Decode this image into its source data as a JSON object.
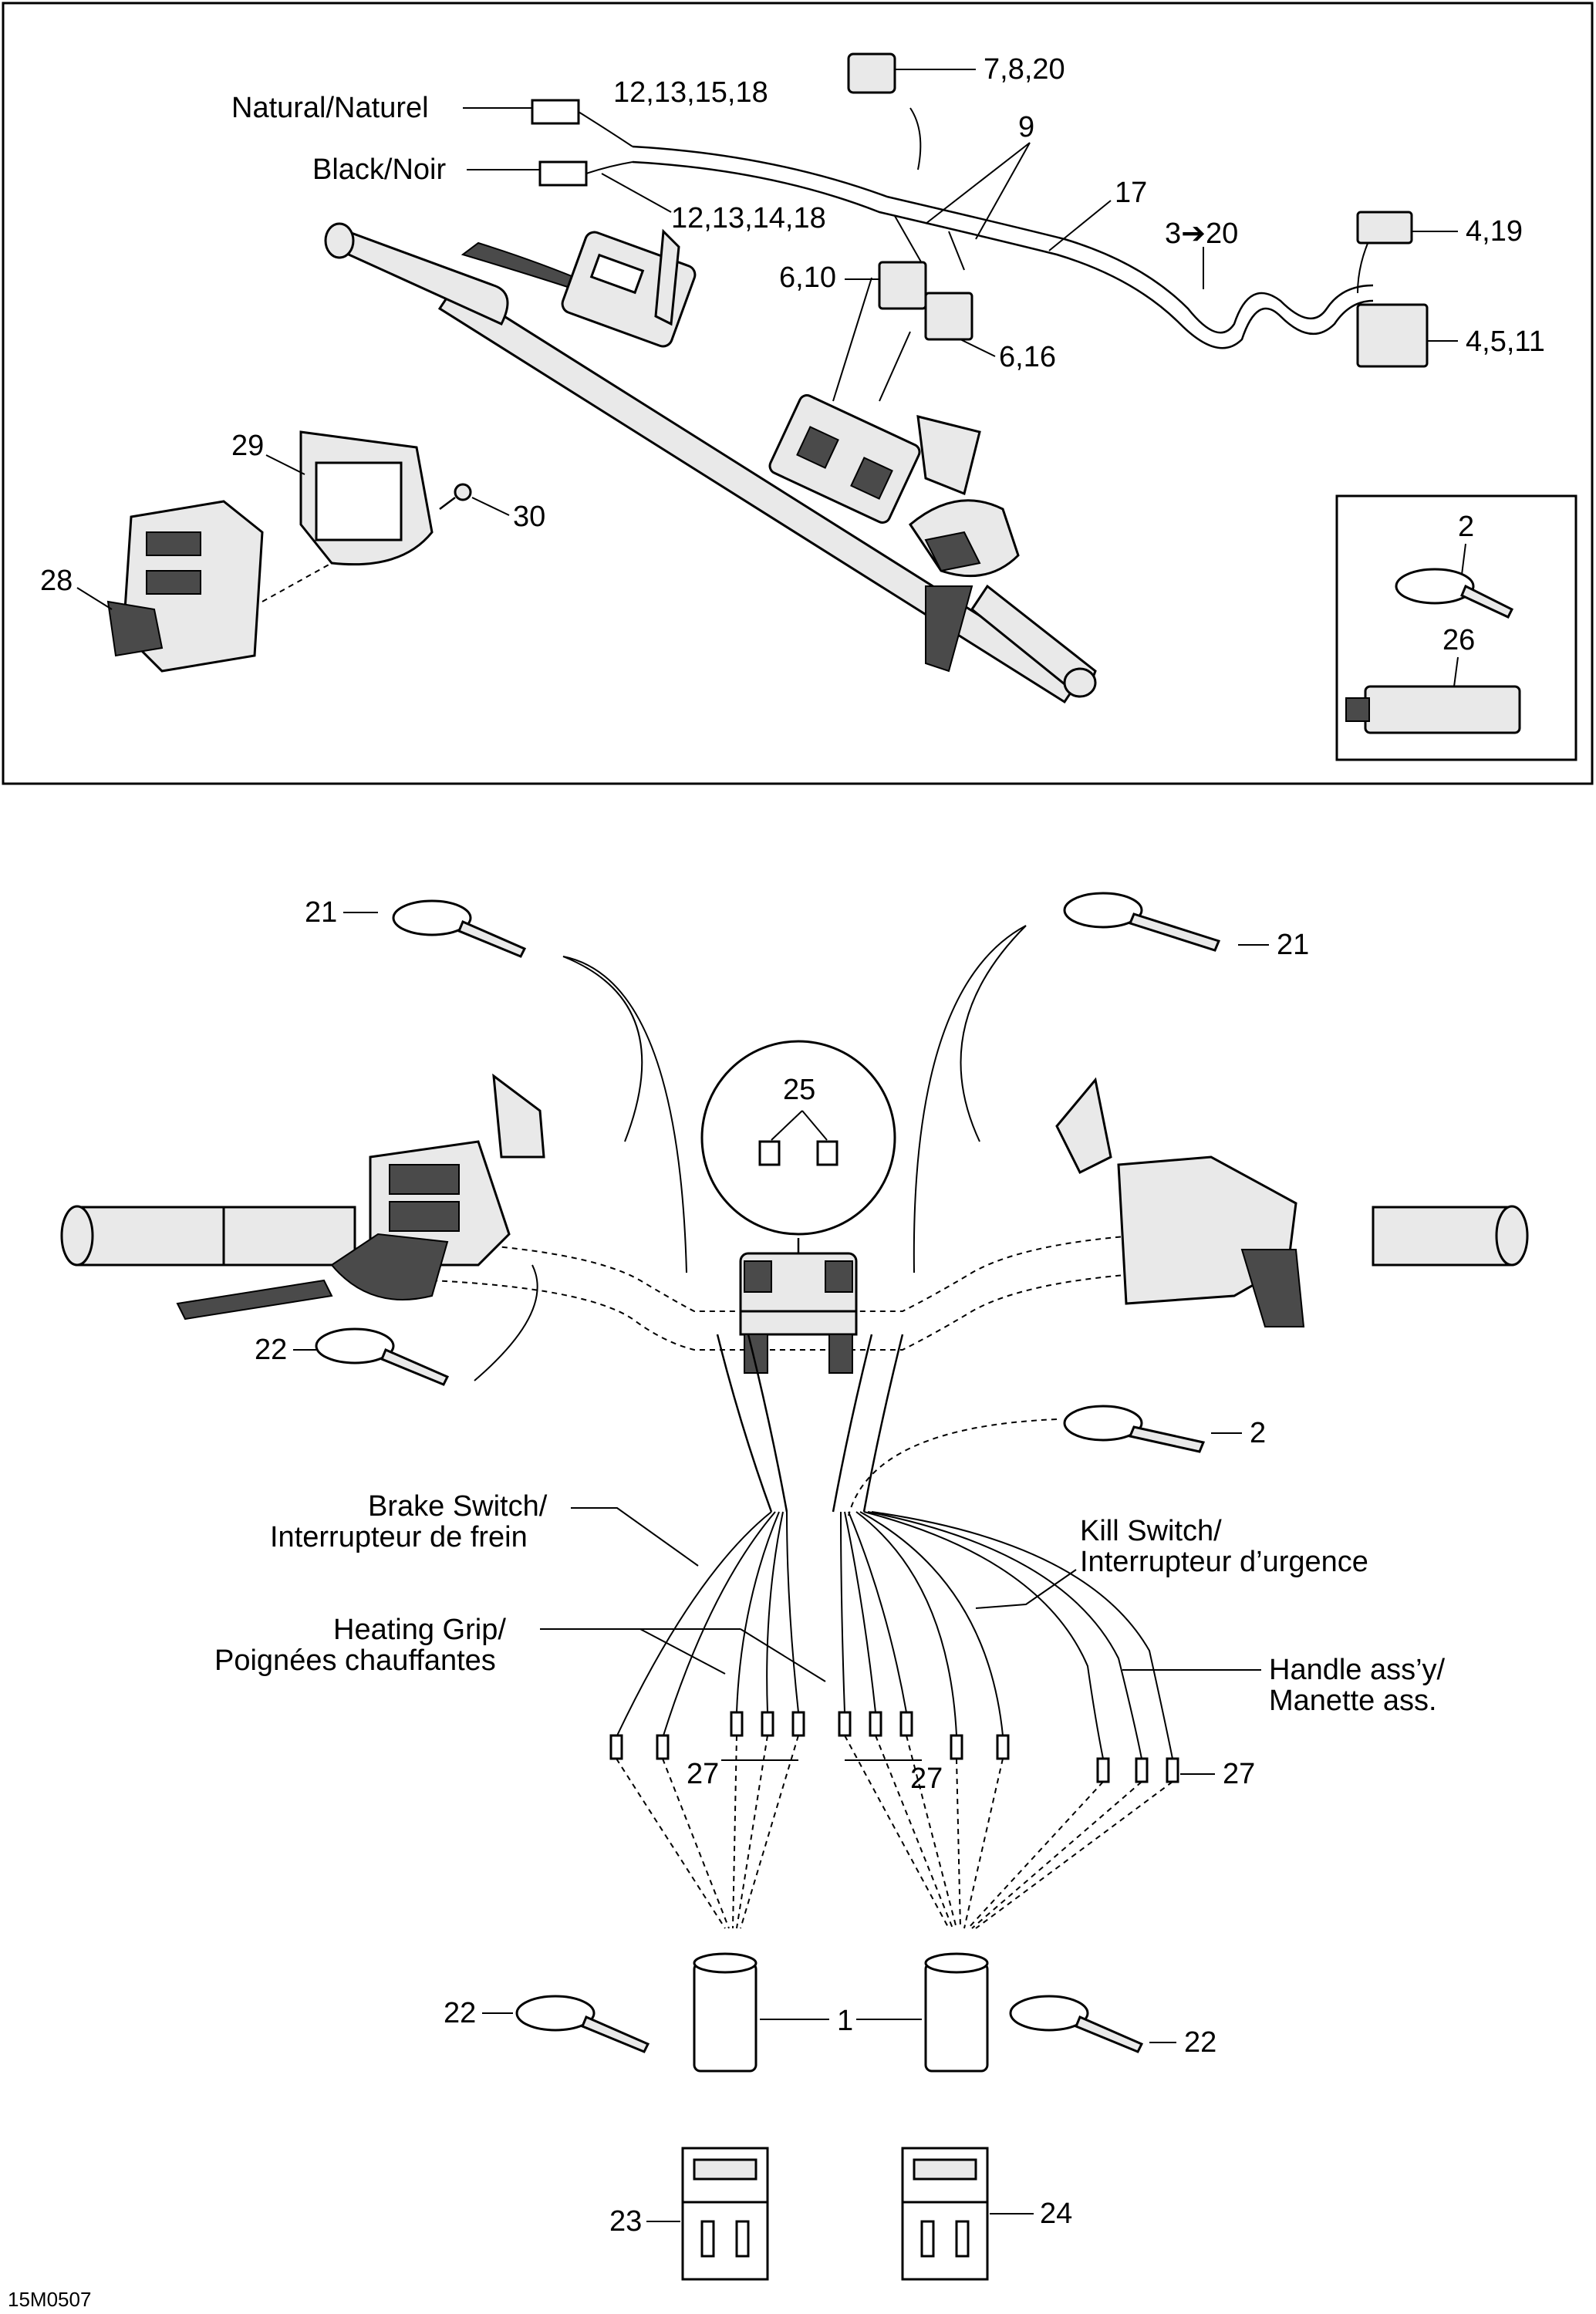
{
  "diagram_code": "15M0507",
  "top_view": {
    "labels": {
      "natural": "Natural/Naturel",
      "black": "Black/Noir",
      "p_12_13_15_18": "12,13,15,18",
      "p_12_13_14_18": "12,13,14,18",
      "p_7_8_20": "7,8,20",
      "p_9": "9",
      "p_17": "17",
      "p_3_20": "3➔20",
      "p_4_19": "4,19",
      "p_4_5_11": "4,5,11",
      "p_6_10": "6,10",
      "p_6_16": "6,16",
      "p_29": "29",
      "p_30": "30",
      "p_28": "28"
    },
    "inset": {
      "p_2": "2",
      "p_26": "26"
    }
  },
  "bottom_view": {
    "labels": {
      "p_21_left": "21",
      "p_21_right": "21",
      "p_25": "25",
      "p_22_upper": "22",
      "p_2": "2",
      "brake_switch_1": "Brake Switch/",
      "brake_switch_2": "Interrupteur de frein",
      "kill_switch_1": "Kill Switch/",
      "kill_switch_2": "Interrupteur d’urgence",
      "heating_grip_1": "Heating Grip/",
      "heating_grip_2": "Poignées chauffantes",
      "handle_assy_1": "Handle ass’y/",
      "handle_assy_2": "Manette ass.",
      "p_27_a": "27",
      "p_27_b": "27",
      "p_27_c": "27",
      "p_22_left": "22",
      "p_22_right": "22",
      "p_1": "1",
      "p_23": "23",
      "p_24": "24"
    }
  }
}
